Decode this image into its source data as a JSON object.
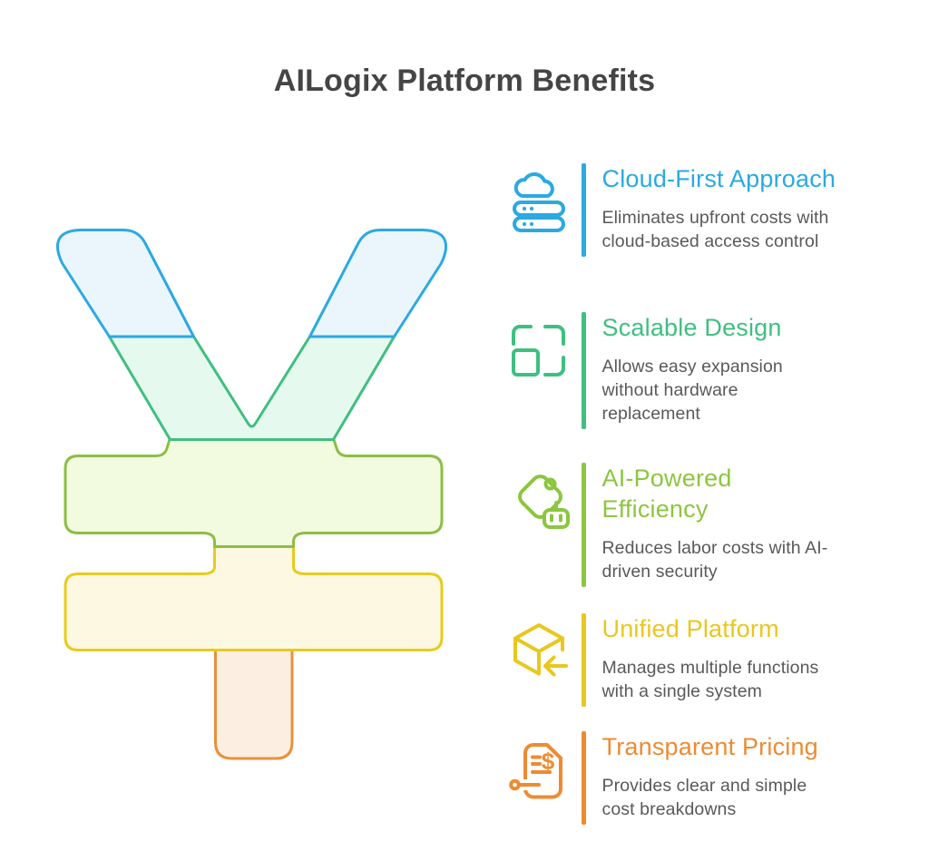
{
  "page": {
    "title": "AILogix Platform Benefits",
    "title_color": "#454545",
    "background": "#FFFFFF",
    "body_text_color": "#58595B"
  },
  "benefits": [
    {
      "title": "Cloud-First Approach",
      "description": "Eliminates upfront costs with cloud-based access control",
      "color": "#2BA9E2",
      "icon": "cloud-server-icon"
    },
    {
      "title": "Scalable Design",
      "description": "Allows easy expansion without hardware replacement",
      "color": "#3FBF80",
      "icon": "scale-corners-icon"
    },
    {
      "title": "AI-Powered\nEfficiency",
      "description": "Reduces labor costs with AI-driven security",
      "color": "#8CC63F",
      "icon": "ai-tag-icon"
    },
    {
      "title": "Unified Platform",
      "description": "Manages multiple functions with a single system",
      "color": "#E9C71D",
      "icon": "cube-arrow-icon"
    },
    {
      "title": "Transparent Pricing",
      "description": "Provides clear and simple cost breakdowns",
      "color": "#ED8B33",
      "icon": "invoice-icon",
      "currency_symbol": "$"
    }
  ],
  "yen_symbol": {
    "segments": [
      {
        "name": "cloud-first-top-arms",
        "stroke": "#2BA9E2",
        "fill": "#EAF6FC"
      },
      {
        "name": "scalable-lower-arms",
        "stroke": "#3FBF80",
        "fill": "#E6F9EF"
      },
      {
        "name": "ai-efficiency-upper-bar",
        "stroke": "#8DBE45",
        "fill": "#F2FAE0"
      },
      {
        "name": "unified-lower-bar",
        "stroke": "#E7CB1F",
        "fill": "#FCF8E1"
      },
      {
        "name": "transparent-stem",
        "stroke": "#E8913C",
        "fill": "#FCEFE2"
      }
    ]
  }
}
